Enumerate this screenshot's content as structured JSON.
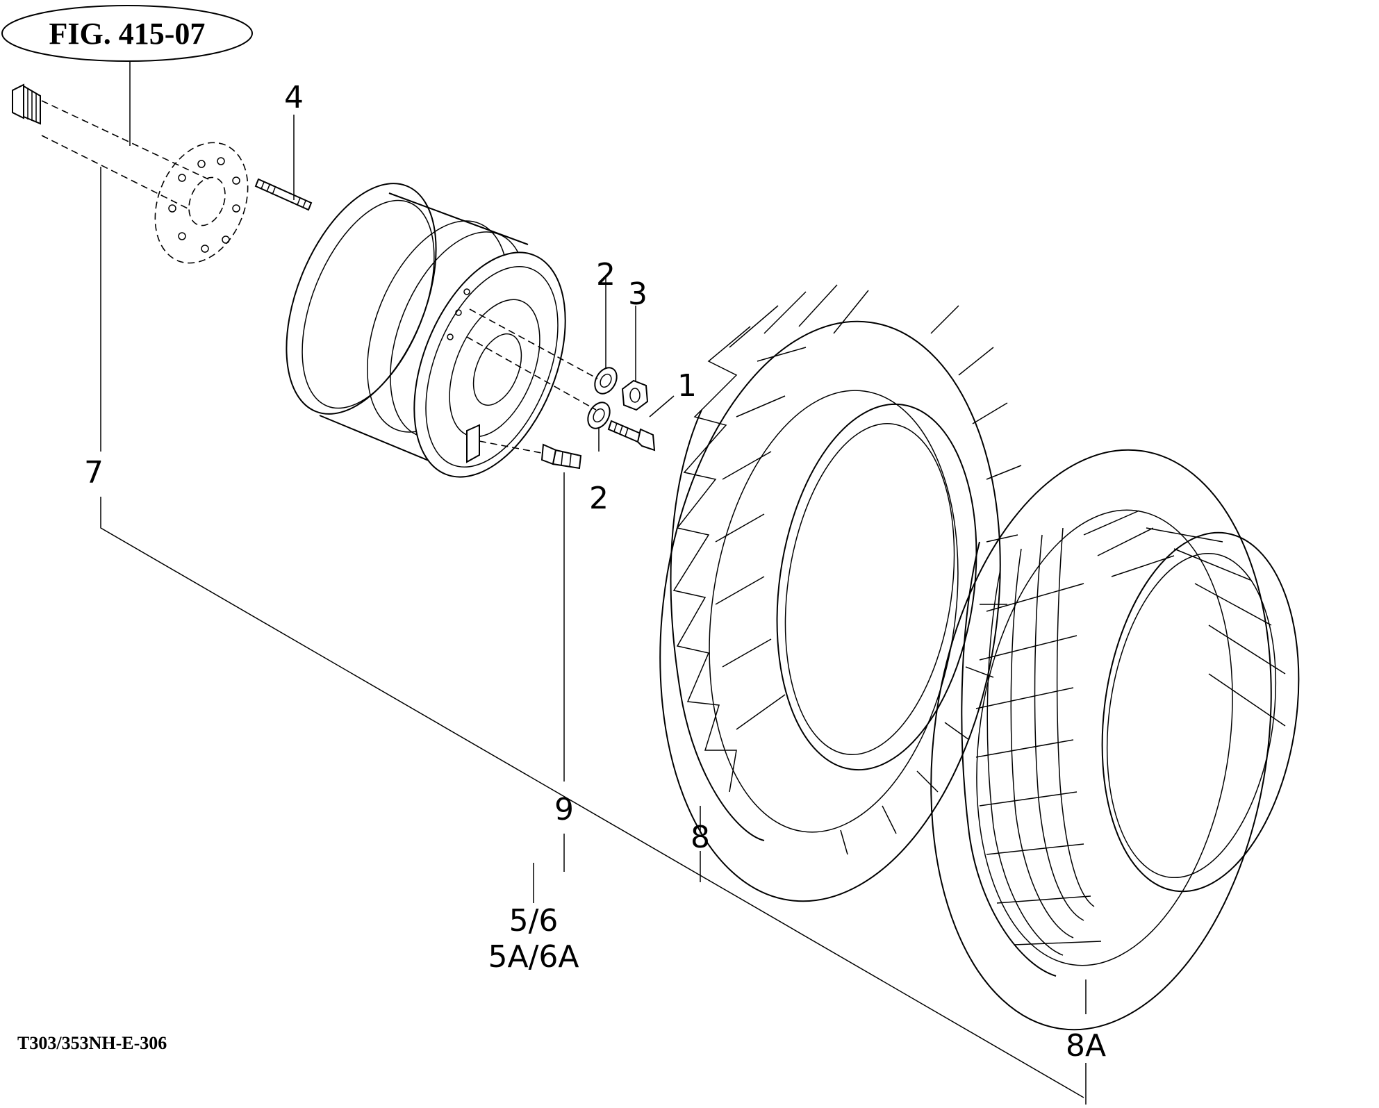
{
  "figure": {
    "title": "FIG. 415-07",
    "drawing_code": "T303/353NH-E-306"
  },
  "callouts": {
    "c1": "1",
    "c2a": "2",
    "c2b": "2",
    "c3": "3",
    "c4": "4",
    "c7": "7",
    "c8": "8",
    "c8a": "8A",
    "c9": "9",
    "c56": "5/6",
    "c56a": "5A/6A"
  }
}
